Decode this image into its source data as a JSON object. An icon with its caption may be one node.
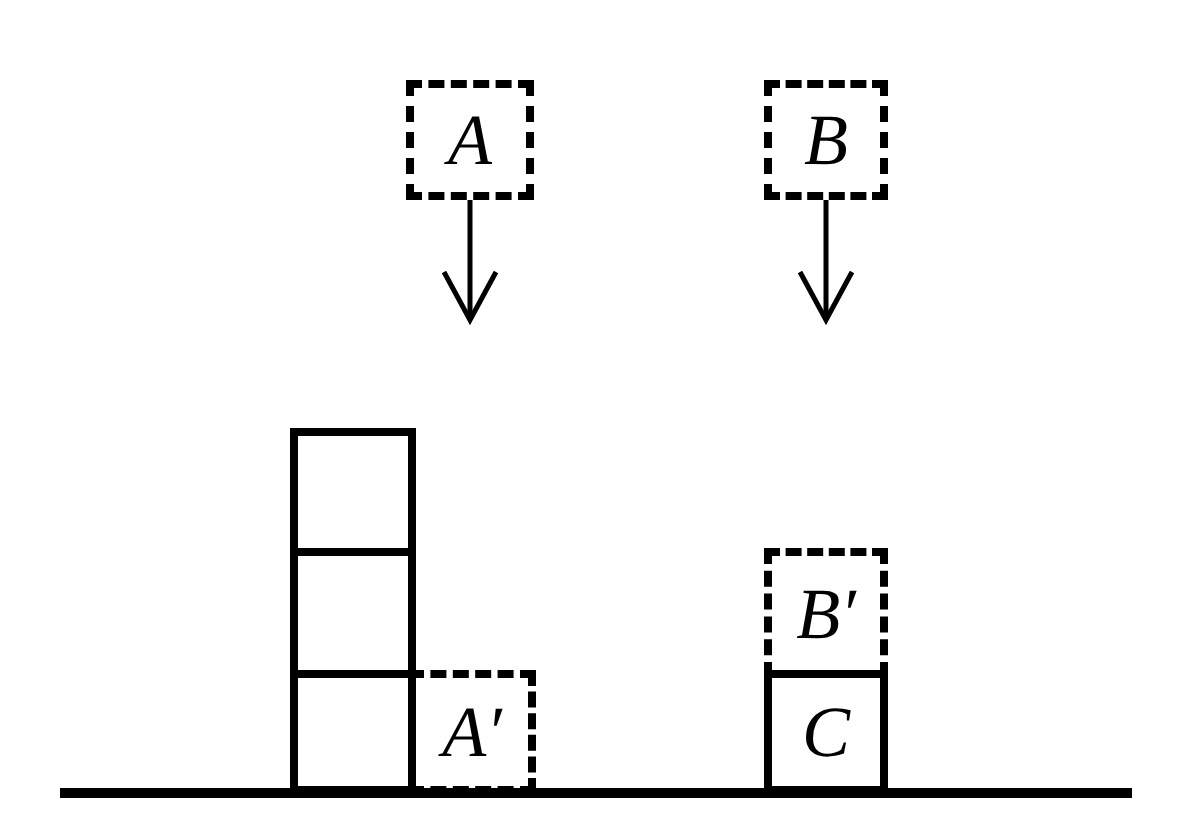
{
  "diagram": {
    "nodes": [
      {
        "text": [
          "A"
        ]
      },
      {
        "text": [
          "B"
        ]
      },
      {
        "text": [],
        "shape": "box"
      },
      {
        "text": [],
        "shape": "box"
      },
      {
        "text": [],
        "shape": "box"
      },
      {
        "text": [
          "A′"
        ]
      },
      {
        "text": [
          "B′"
        ]
      },
      {
        "text": [
          "C"
        ]
      }
    ],
    "edges": [
      {
        "from": 0,
        "to": null,
        "arrow": "to"
      },
      {
        "from": 1,
        "to": null,
        "arrow": "to"
      }
    ]
  }
}
